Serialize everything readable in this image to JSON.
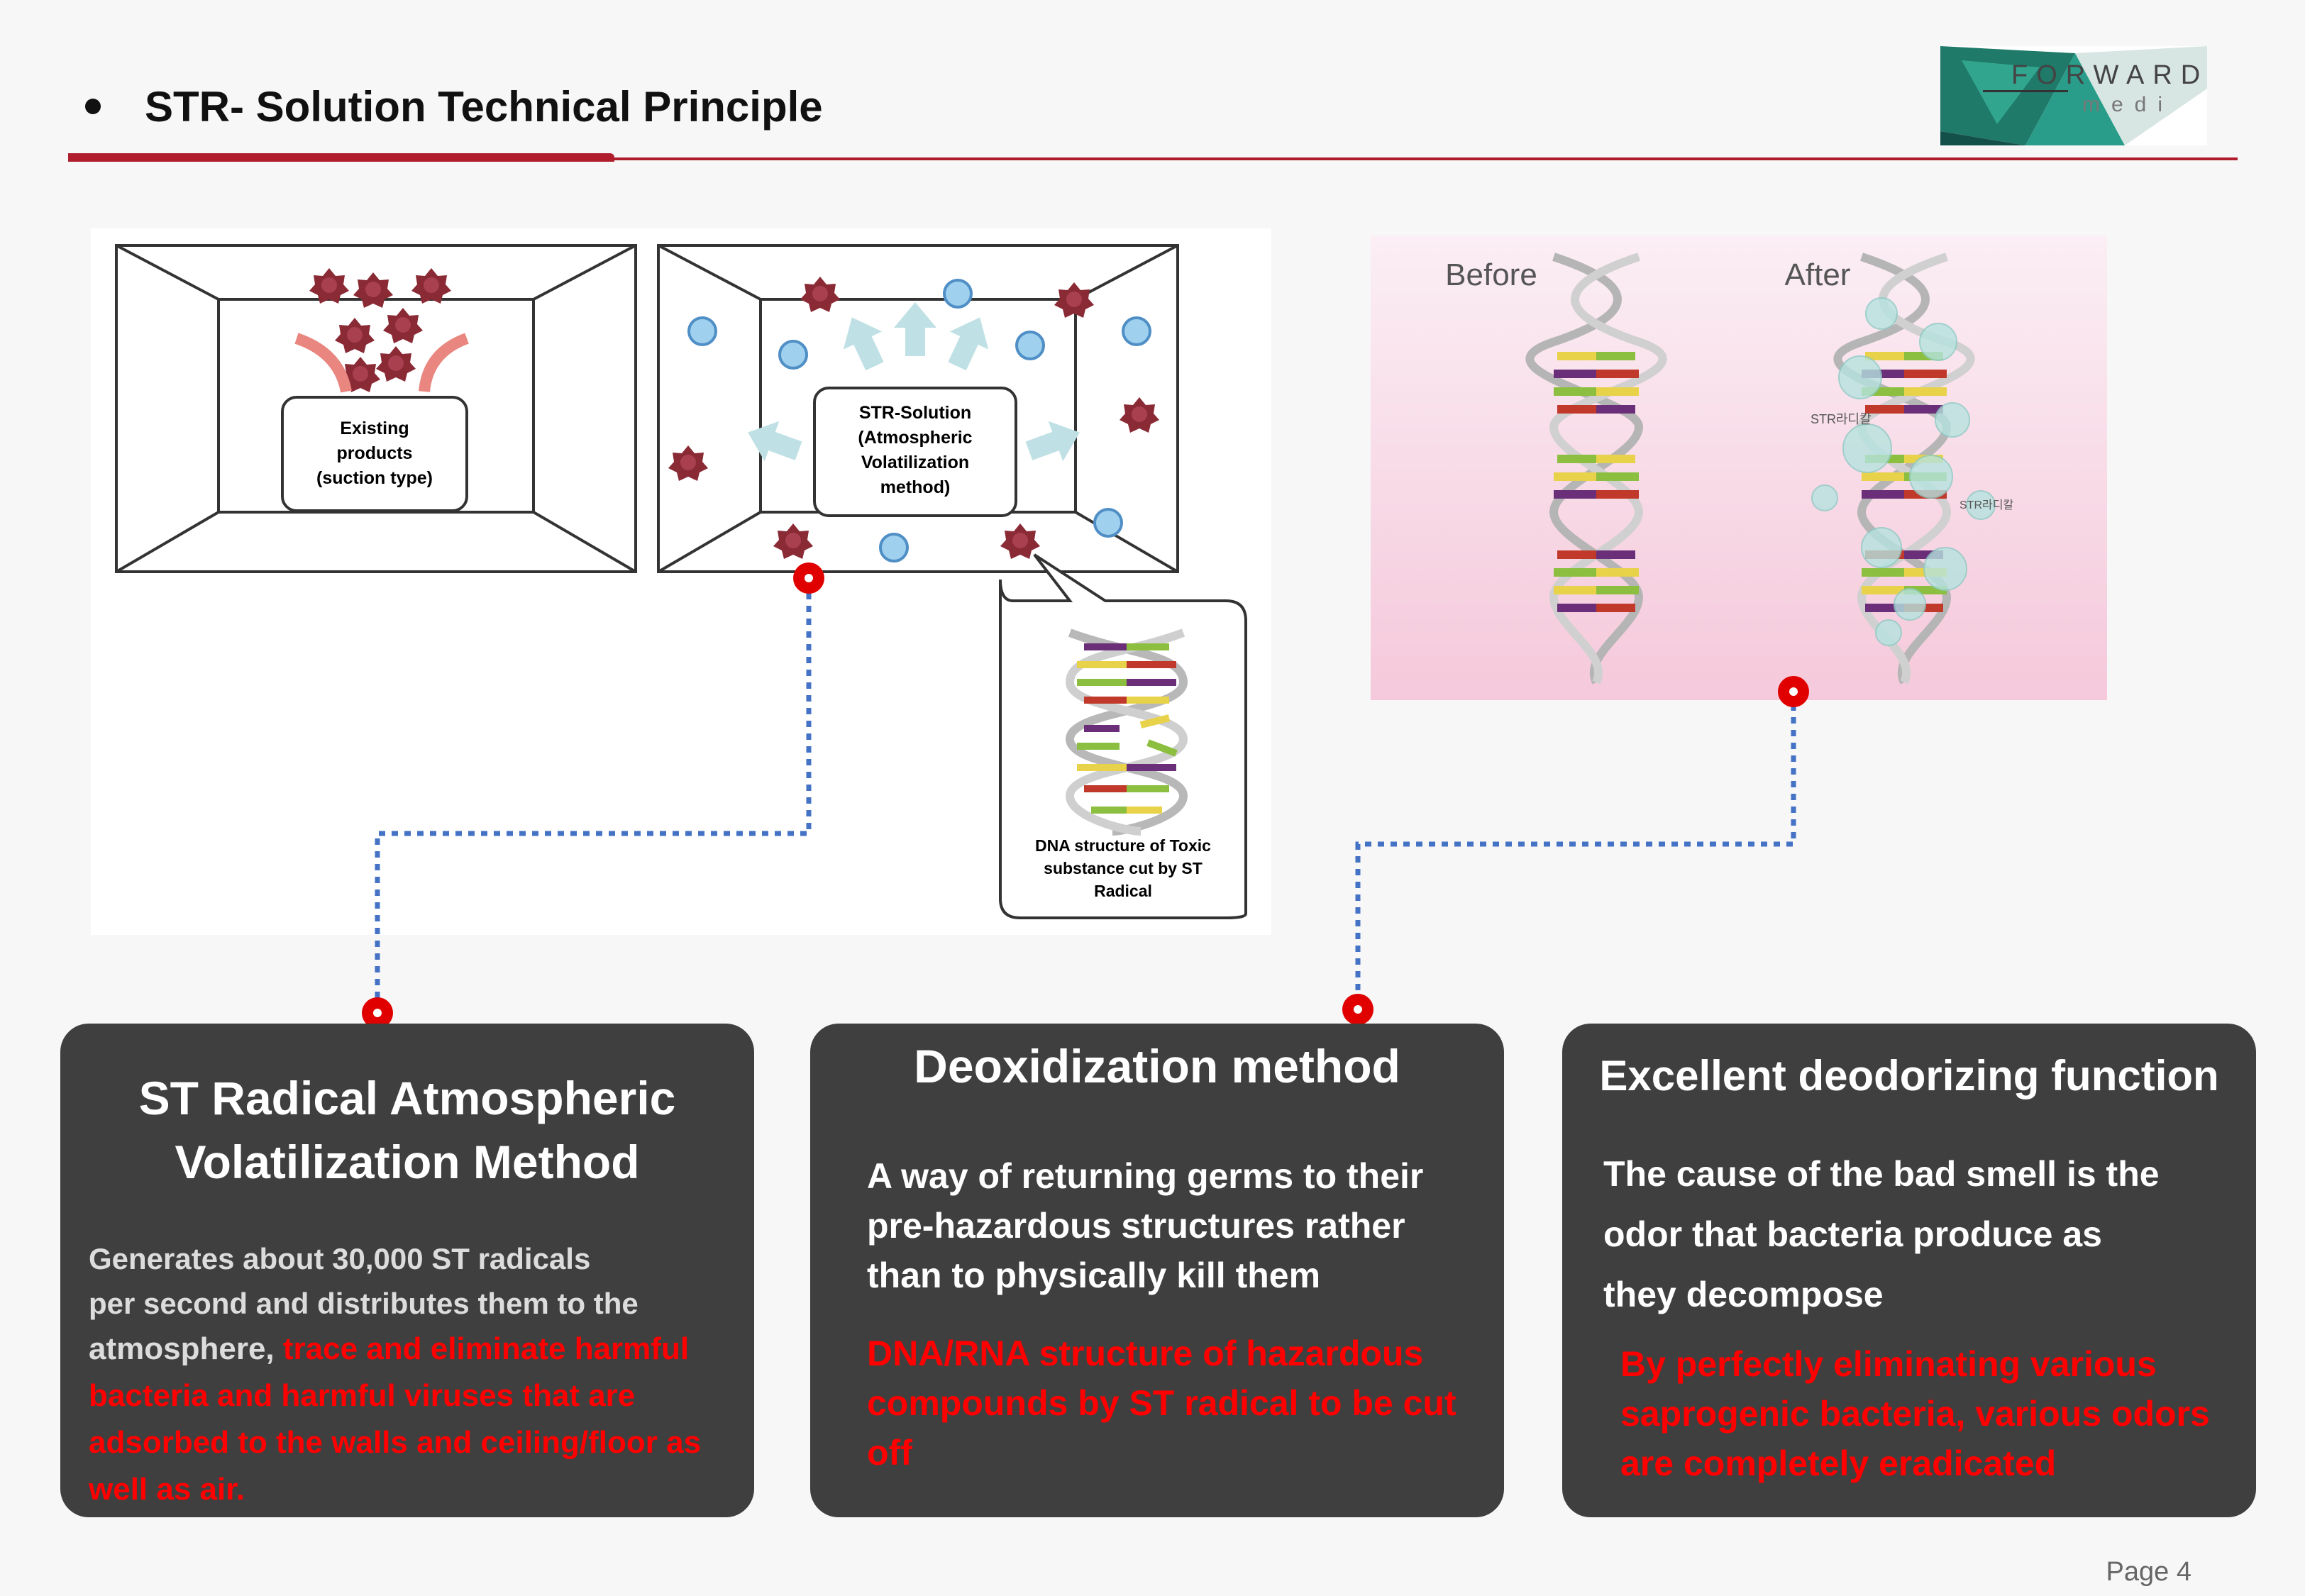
{
  "header": {
    "title": "STR- Solution Technical Principle",
    "logo_word": "FORWARD",
    "logo_sub": "medi"
  },
  "diagram": {
    "room1_label": [
      "Existing",
      "products",
      "(suction type)"
    ],
    "room2_label": [
      "STR-Solution",
      "(Atmospheric",
      "Volatilization",
      "method)"
    ],
    "callout_label": [
      "DNA structure of Toxic",
      "substance cut by ST",
      "Radical"
    ],
    "before_label": "Before",
    "after_label": "After",
    "str_tag": "STR라디칼",
    "colors": {
      "connector": "#4472c4",
      "marker": "#e00000",
      "radical": "#8a2a35",
      "bubble": "#9fd0ee"
    }
  },
  "cards": [
    {
      "title": "ST Radical Atmospheric Volatilization Method",
      "title_lines": [
        "ST Radical Atmospheric",
        "Volatilization Method"
      ],
      "body_lines": [
        " Generates about 30,000 ST radicals",
        "per second and distributes them to the",
        "atmosphere, "
      ],
      "body_red": "trace and eliminate harmful bacteria and harmful viruses that are adsorbed to the walls and ceiling/floor as well as air."
    },
    {
      "title": "Deoxidization method",
      "body_lines": [
        "A way of returning germs to their",
        "pre-hazardous structures rather",
        "than to physically kill them"
      ],
      "body_red": "DNA/RNA structure of hazardous compounds by ST radical to be cut off"
    },
    {
      "title": "Excellent deodorizing function",
      "body_lines": [
        "The cause of the bad smell is the",
        " odor that bacteria produce as",
        " they decompose"
      ],
      "body_red": "By perfectly eliminating various saprogenic bacteria, various odors are completely eradicated"
    }
  ],
  "footer": {
    "page": "Page 4"
  }
}
